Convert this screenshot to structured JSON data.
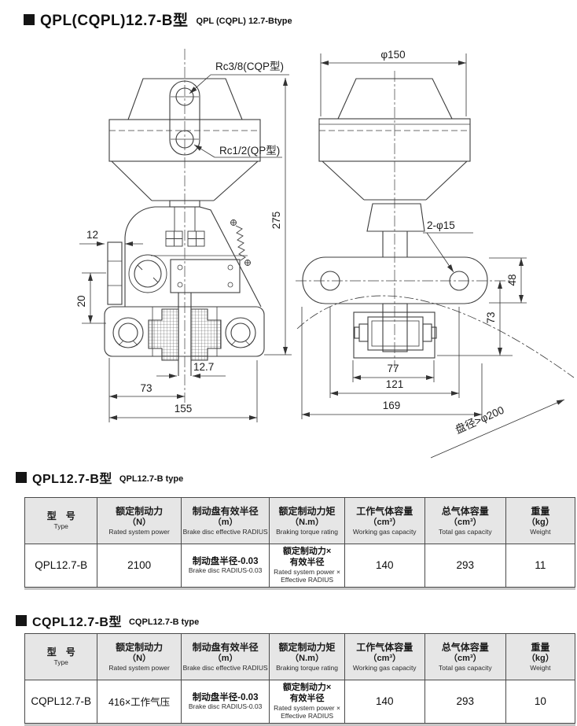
{
  "page": {
    "title_cn": "QPL(CQPL)12.7-B型",
    "title_en": "QPL (CQPL) 12.7-Btype"
  },
  "drawing": {
    "left_view": {
      "port_top": "Rc3/8(CQP型)",
      "port_bottom": "Rc1/2(QP型)",
      "dim_flange_width": "12",
      "dim_flange_height": "20",
      "dim_total_height": "275",
      "dim_disc_thickness": "12.7",
      "dim_center_offset": "73",
      "dim_total_width": "155"
    },
    "right_view": {
      "dim_diameter": "φ150",
      "mount_holes": "2-φ15",
      "dim_plate_height": "48",
      "dim_bracket_drop": "73",
      "dim_bracket_width": "77",
      "dim_hole_span": "121",
      "dim_plate_width": "169",
      "disc_note": "盘径>φ200"
    }
  },
  "sections": [
    {
      "title_cn": "QPL12.7-B型",
      "title_en": "QPL12.7-B type",
      "table": {
        "headers": {
          "type_cn": "型　号",
          "type_en": "Type",
          "rated_cn": "额定制动力",
          "rated_sub": "（N）",
          "rated_en": "Rated system power",
          "radius_cn": "制动盘有效半径",
          "radius_sub": "（m）",
          "radius_en": "Brake disc effective RADIUS",
          "torque_cn": "额定制动力矩",
          "torque_sub": "（N.m）",
          "torque_en": "Braking torque rating",
          "working_cn": "工作气体容量",
          "working_sub": "（cm³）",
          "working_en": "Working gas capacity",
          "total_cn": "总气体容量",
          "total_sub": "（cm³）",
          "total_en": "Total gas capacity",
          "weight_cn": "重量",
          "weight_sub": "（kg）",
          "weight_en": "Weight"
        },
        "row": {
          "model": "QPL12.7-B",
          "rated": "2100",
          "radius_cn": "制动盘半径-0.03",
          "radius_en": "Brake disc RADIUS-0.03",
          "torque_cn1": "额定制动力×",
          "torque_cn2": "有效半径",
          "torque_en": "Rated system power × Effective RADIUS",
          "working": "140",
          "total": "293",
          "weight": "11"
        }
      }
    },
    {
      "title_cn": "CQPL12.7-B型",
      "title_en": "CQPL12.7-B type",
      "table": {
        "headers": {
          "type_cn": "型　号",
          "type_en": "Type",
          "rated_cn": "额定制动力",
          "rated_sub": "（N）",
          "rated_en": "Rated system power",
          "radius_cn": "制动盘有效半径",
          "radius_sub": "（m）",
          "radius_en": "Brake disc effective RADIUS",
          "torque_cn": "额定制动力矩",
          "torque_sub": "（N.m）",
          "torque_en": "Braking torque rating",
          "working_cn": "工作气体容量",
          "working_sub": "（cm³）",
          "working_en": "Working gas capacity",
          "total_cn": "总气体容量",
          "total_sub": "（cm³）",
          "total_en": "Total gas capacity",
          "weight_cn": "重量",
          "weight_sub": "（kg）",
          "weight_en": "Weight"
        },
        "row": {
          "model": "CQPL12.7-B",
          "rated": "416×工作气压",
          "radius_cn": "制动盘半径-0.03",
          "radius_en": "Brake disc RADIUS-0.03",
          "torque_cn1": "额定制动力×",
          "torque_cn2": "有效半径",
          "torque_en": "Rated system power × Effective RADIUS",
          "working": "140",
          "total": "293",
          "weight": "10"
        }
      }
    }
  ]
}
